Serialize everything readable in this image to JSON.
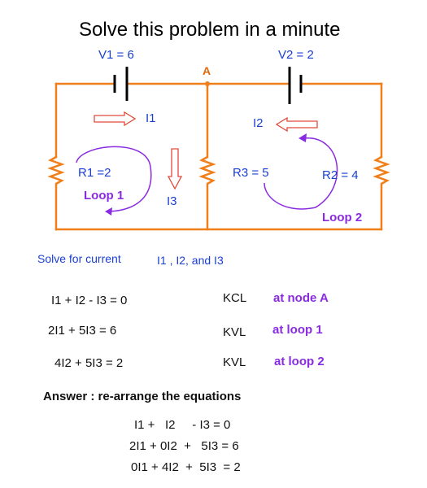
{
  "title": "Solve this problem in a minute",
  "circuit": {
    "v1": "V1 = 6",
    "v2": "V2 = 2",
    "node": "A",
    "i1": "I1",
    "i2": "I2",
    "i3": "I3",
    "r1": "R1 =2",
    "r2": "R2 = 4",
    "r3": "R3 = 5",
    "loop1": "Loop 1",
    "loop2": "Loop 2"
  },
  "colors": {
    "wire": "#f07f1a",
    "label_blue": "#1a3fd1",
    "loop_purple": "#8a2be2",
    "arrow_red": "#e04a3a"
  },
  "prompt": {
    "text": "Solve for current",
    "currents": "I1 , I2, and I3"
  },
  "equations": [
    {
      "eq": "I1 + I2 - I3 = 0",
      "law": "KCL",
      "where": "at node A"
    },
    {
      "eq": "2I1  +  5I3 = 6",
      "law": "KVL",
      "where": "at loop 1"
    },
    {
      "eq": "4I2 + 5I3  = 2",
      "law": "KVL",
      "where": "at loop 2"
    }
  ],
  "answer": {
    "label": "Answer :  re-arrange the equations",
    "lines": [
      "I1 +   I2     - I3 = 0",
      "2I1 + 0I2  +   5I3 = 6",
      "0I1 + 4I2  +  5I3  = 2"
    ]
  }
}
